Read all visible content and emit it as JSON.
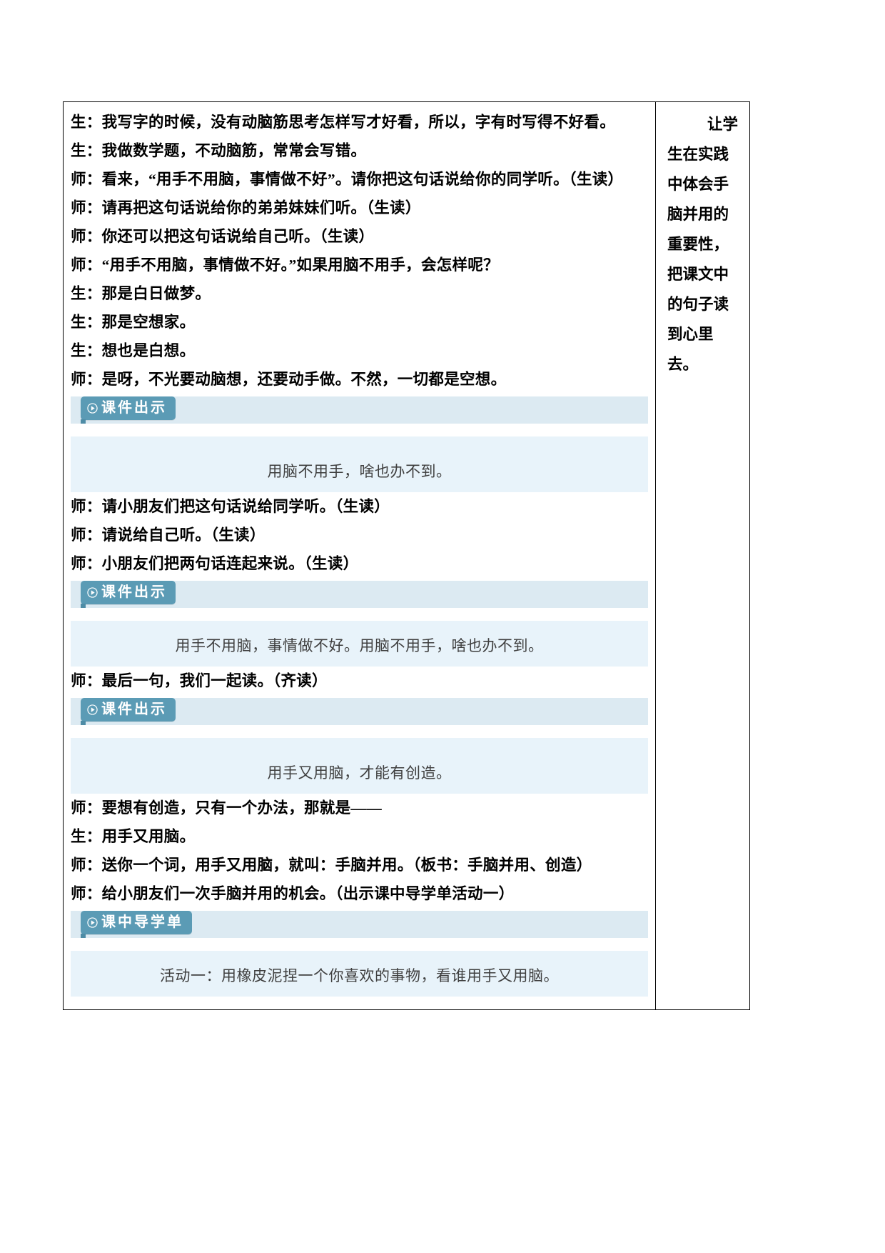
{
  "document": {
    "type": "lesson-plan-table",
    "badge_icon": "play-circle-icon"
  },
  "main_column": {
    "blocks": [
      {
        "kind": "line",
        "text": "生：我写字的时候，没有动脑筋思考怎样写才好看，所以，字有时写得不好看。"
      },
      {
        "kind": "line",
        "text": "生：我做数学题，不动脑筋，常常会写错。"
      },
      {
        "kind": "line_wrap",
        "text": "师：看来，“用手不用脑，事情做不好”。请你把这句话说给你的同学听。（生读）"
      },
      {
        "kind": "line",
        "text": "师：请再把这句话说给你的弟弟妹妹们听。（生读）"
      },
      {
        "kind": "line",
        "text": "师：你还可以把这句话说给自己听。（生读）"
      },
      {
        "kind": "line",
        "text": "师：“用手不用脑，事情做不好。”如果用脑不用手，会怎样呢？"
      },
      {
        "kind": "line",
        "text": "生：那是白日做梦。"
      },
      {
        "kind": "line",
        "text": "生：那是空想家。"
      },
      {
        "kind": "line",
        "text": "生：想也是白想。"
      },
      {
        "kind": "line",
        "text": "师：是呀，不光要动脑想，还要动手做。不然，一切都是空想。"
      },
      {
        "kind": "cue",
        "label": "课件出示"
      },
      {
        "kind": "quote",
        "text": "用脑不用手，啥也办不到。"
      },
      {
        "kind": "line",
        "text": "师：请小朋友们把这句话说给同学听。（生读）"
      },
      {
        "kind": "line",
        "text": "师：请说给自己听。（生读）"
      },
      {
        "kind": "line",
        "text": "师：小朋友们把两句话连起来说。（生读）"
      },
      {
        "kind": "cue",
        "label": "课件出示"
      },
      {
        "kind": "quote_short",
        "text": "用手不用脑，事情做不好。用脑不用手，啥也办不到。"
      },
      {
        "kind": "line",
        "text": "师：最后一句，我们一起读。（齐读）"
      },
      {
        "kind": "cue",
        "label": "课件出示"
      },
      {
        "kind": "quote",
        "text": "用手又用脑，才能有创造。"
      },
      {
        "kind": "line",
        "text": "师：要想有创造，只有一个办法，那就是——"
      },
      {
        "kind": "line",
        "text": "生：用手又用脑。"
      },
      {
        "kind": "line",
        "text": "师：送你一个词，用手又用脑，就叫：手脑并用。（板书：手脑并用、创造）"
      },
      {
        "kind": "line",
        "text": "师：给小朋友们一次手脑并用的机会。（出示课中导学单活动一）"
      },
      {
        "kind": "cue",
        "label": "课中导学单"
      },
      {
        "kind": "quote_short",
        "text": "活动一：用橡皮泥捏一个你喜欢的事物，看谁用手又用脑。"
      }
    ]
  },
  "side_column": {
    "lines": [
      "让学",
      "生在实践",
      "中体会手",
      "脑并用的",
      "重要性，",
      "把课文中",
      "的句子读",
      "到心里",
      "去。"
    ]
  },
  "colors": {
    "badge_bg": "#5b9bb5",
    "badge_text": "#ffffff",
    "strip_bg": "#dceaf2",
    "quote_bg": "#e8f3fa",
    "quote_text": "#3f3f3f",
    "border": "#000000"
  }
}
